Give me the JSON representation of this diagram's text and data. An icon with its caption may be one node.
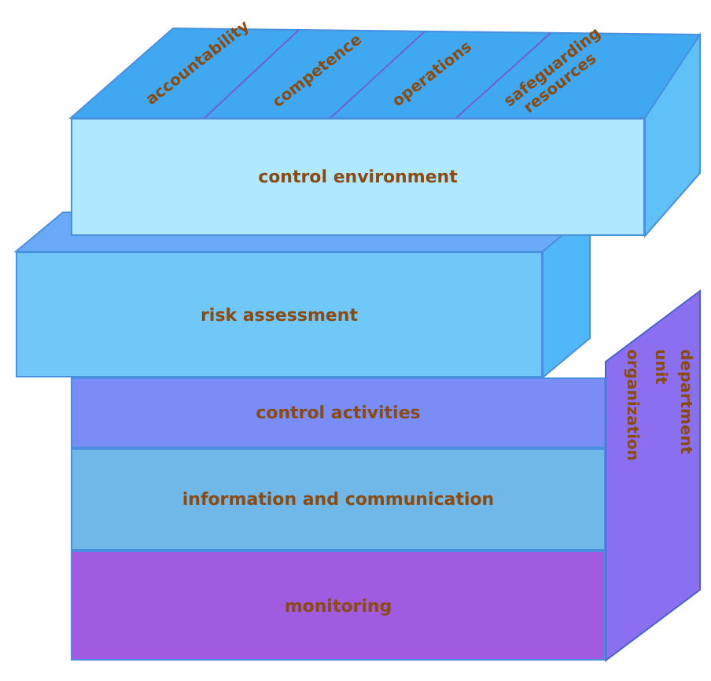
{
  "diagram": {
    "nodes": [
      {
        "text": [
          "control environment"
        ]
      },
      {
        "text": [
          "risk assessment"
        ]
      },
      {
        "text": [
          "control activities"
        ]
      },
      {
        "text": [
          "information and communication"
        ]
      },
      {
        "text": [
          "monitoring"
        ]
      }
    ],
    "labels": [
      "accountability",
      "competence",
      "operations",
      "safeguarding resources",
      "organization",
      "unit",
      "department"
    ]
  }
}
